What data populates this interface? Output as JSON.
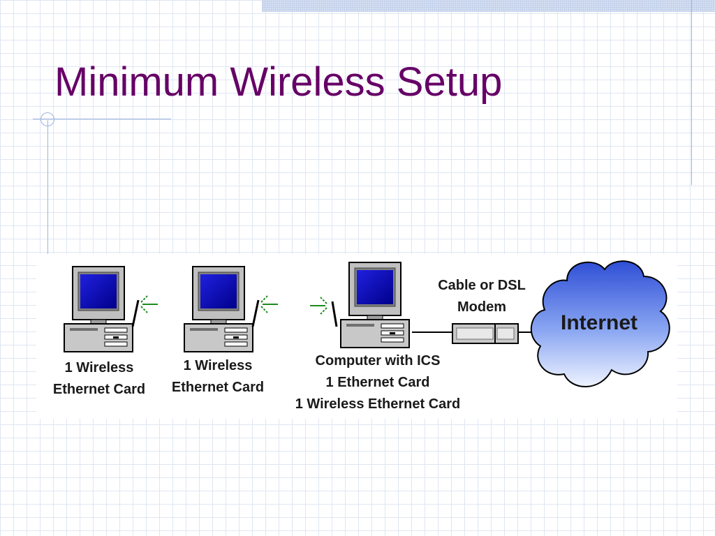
{
  "slide": {
    "title": "Minimum Wireless Setup"
  },
  "diagram": {
    "nodes": [
      {
        "id": "pc1",
        "label_lines": [
          "1 Wireless",
          "Ethernet Card"
        ],
        "icon": "desktop-computer-icon",
        "wireless_signal": true
      },
      {
        "id": "pc2",
        "label_lines": [
          "1 Wireless",
          "Ethernet Card"
        ],
        "icon": "desktop-computer-icon",
        "wireless_signal": true
      },
      {
        "id": "ics",
        "label_lines": [
          "Computer with ICS",
          "1 Ethernet Card",
          "1 Wireless Ethernet Card"
        ],
        "icon": "desktop-computer-icon",
        "wireless_signal": true
      },
      {
        "id": "modem",
        "label_lines": [
          "Cable or DSL",
          "Modem"
        ],
        "icon": "modem-icon"
      },
      {
        "id": "internet",
        "label": "Internet",
        "icon": "cloud-icon"
      }
    ],
    "edges": [
      {
        "from": "ics",
        "to": "modem",
        "style": "cable"
      },
      {
        "from": "modem",
        "to": "internet",
        "style": "cable"
      }
    ]
  },
  "colors": {
    "title": "#660066",
    "screen": "#0000cc",
    "signal": "#1e8a1e",
    "cloud": "#8aa6f2",
    "grid": "#dfe6f2"
  }
}
